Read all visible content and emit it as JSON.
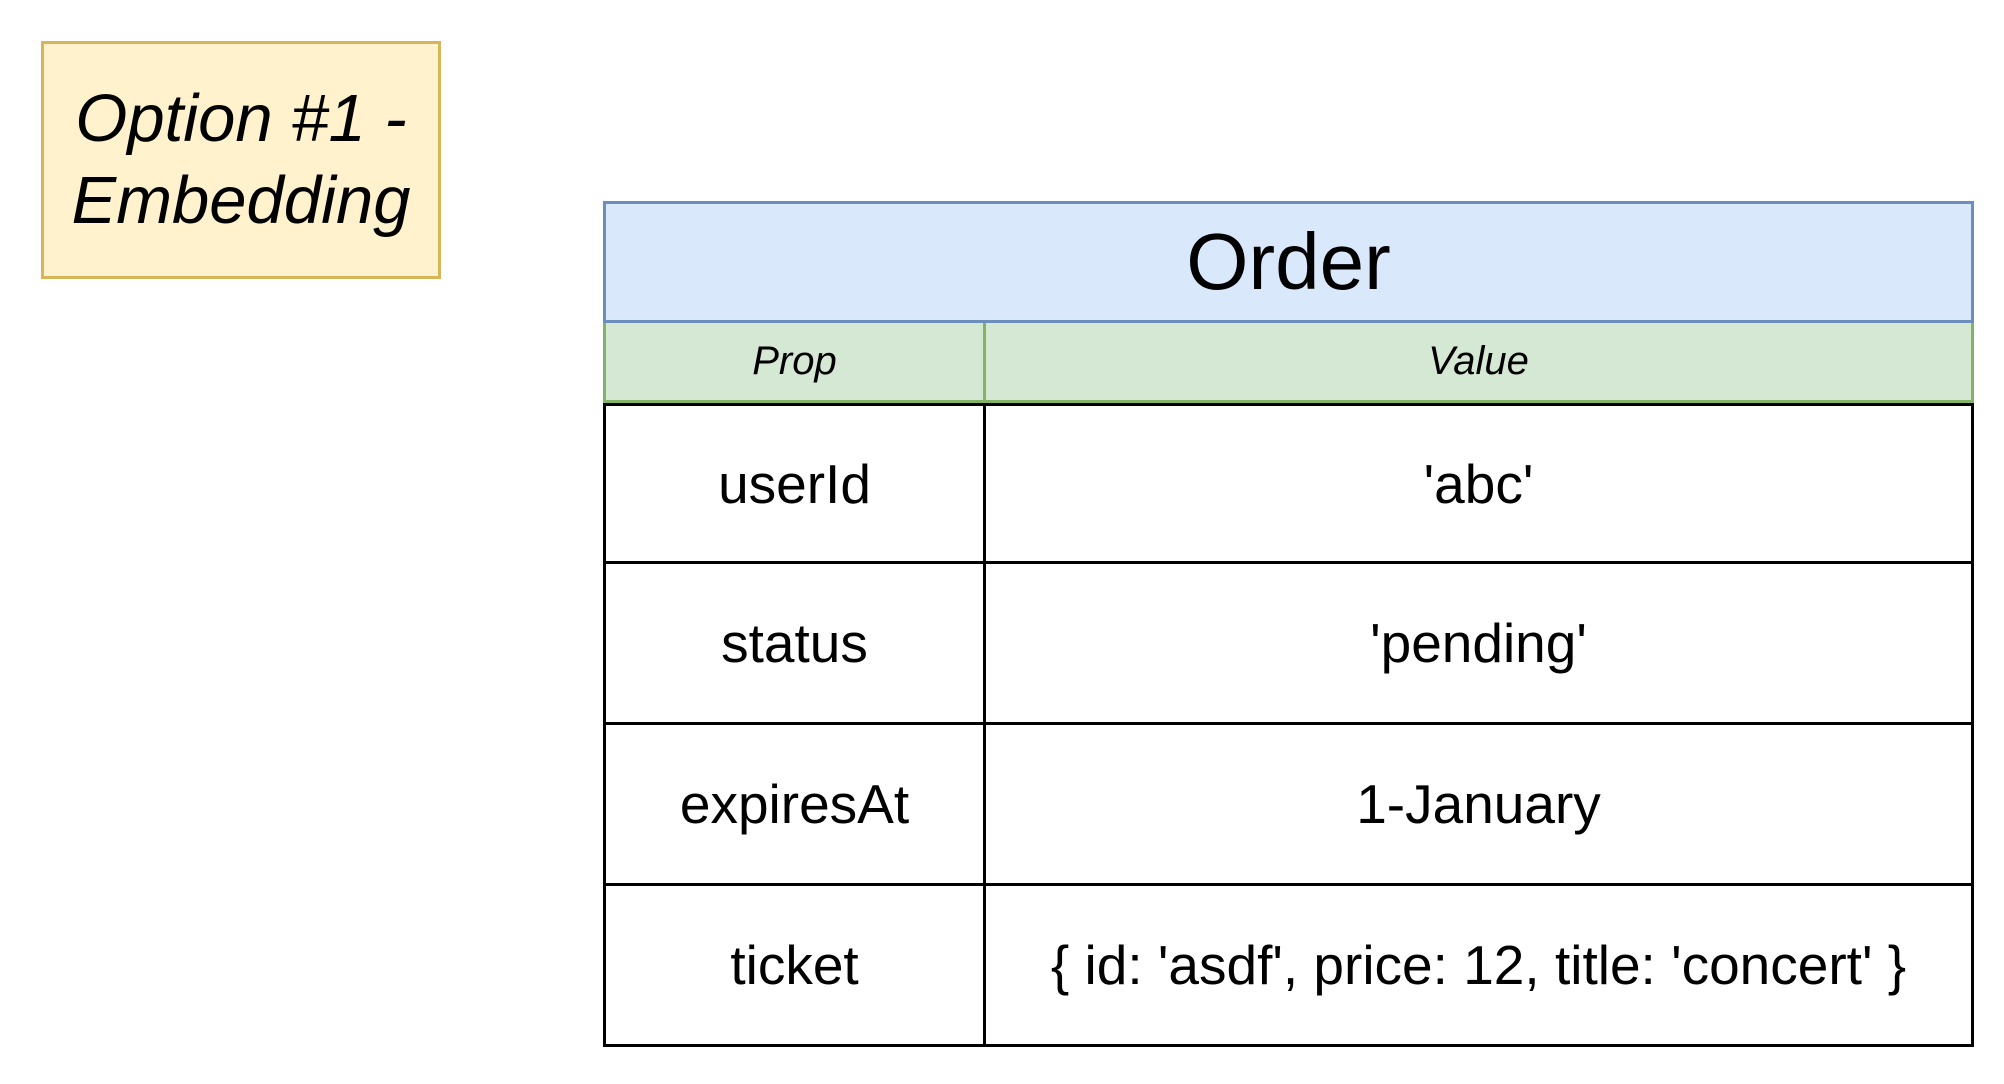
{
  "note": {
    "text": "Option #1 -\nEmbedding",
    "fill": "#fff2cc",
    "stroke": "#d6b656"
  },
  "table": {
    "title": "Order",
    "title_fill": "#dae8fc",
    "title_stroke": "#6c8ebf",
    "header_fill": "#d5e8d4",
    "header_stroke": "#82b366",
    "headers": {
      "prop": "Prop",
      "value": "Value"
    },
    "rows": [
      {
        "prop": "userId",
        "value": "'abc'"
      },
      {
        "prop": "status",
        "value": "'pending'"
      },
      {
        "prop": "expiresAt",
        "value": "1-January"
      },
      {
        "prop": "ticket",
        "value": "{ id: 'asdf', price: 12, title: 'concert' }"
      }
    ]
  }
}
